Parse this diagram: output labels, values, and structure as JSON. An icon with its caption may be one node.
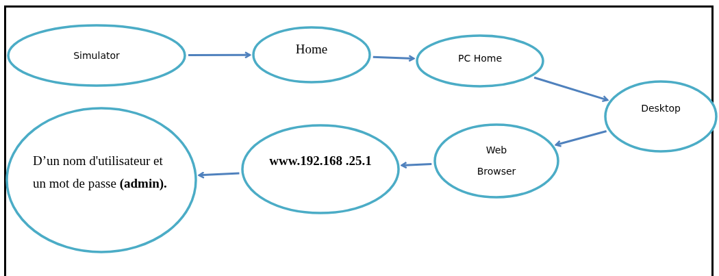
{
  "diagram": {
    "nodes": [
      {
        "text": [
          "Simulator"
        ]
      },
      {
        "text": [
          "Home"
        ]
      },
      {
        "text": [
          "PC Home"
        ]
      },
      {
        "text": [
          "Desktop"
        ]
      },
      {
        "text": [
          "Web Browser"
        ]
      },
      {
        "text": [
          "www.192.168 .25.1"
        ]
      },
      {
        "text": [
          "D’un nom d'utilisateur et un mot de passe **(admin).**"
        ]
      }
    ],
    "edges": [
      {
        "from": 0,
        "to": 1,
        "arrow": "to"
      },
      {
        "from": 1,
        "to": 2,
        "arrow": "to"
      },
      {
        "from": 2,
        "to": 3,
        "arrow": "to"
      },
      {
        "from": 3,
        "to": 4,
        "arrow": "to"
      },
      {
        "from": 4,
        "to": 5,
        "arrow": "to"
      },
      {
        "from": 5,
        "to": 6,
        "arrow": "to"
      }
    ]
  }
}
